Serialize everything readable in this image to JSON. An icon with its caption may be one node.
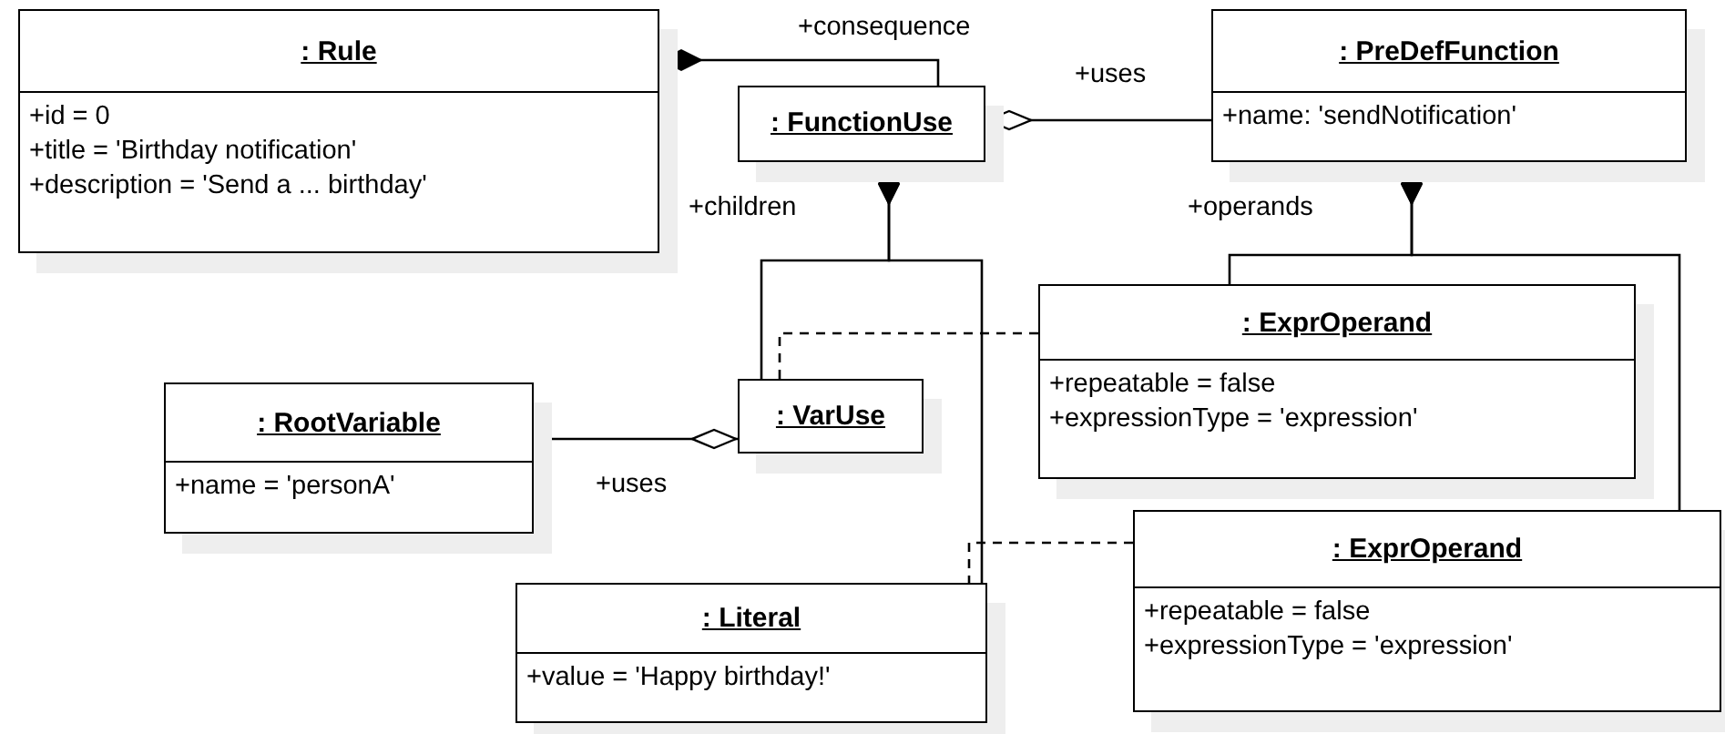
{
  "diagram": {
    "nodes": [
      {
        "text": [
          ": Rule",
          "+id = 0",
          "+title = 'Birthday notification'",
          "+description = 'Send a ... birthday'"
        ]
      },
      {
        "text": [
          ": FunctionUse"
        ]
      },
      {
        "text": [
          ": PreDefFunction",
          "+name: 'sendNotification'"
        ]
      },
      {
        "text": [
          ": ExprOperand",
          "+repeatable = false",
          "+expressionType = 'expression'"
        ]
      },
      {
        "text": [
          ": RootVariable",
          "+name = 'personA'"
        ]
      },
      {
        "text": [
          ": VarUse"
        ]
      },
      {
        "text": [
          ": ExprOperand",
          "+repeatable = false",
          "+expressionType = 'expression'"
        ]
      },
      {
        "text": [
          ": Literal",
          "+value = 'Happy birthday!'"
        ]
      }
    ],
    "edges": [
      {
        "from": 0,
        "to": 1,
        "arrow": "other",
        "label": "+consequence"
      },
      {
        "from": 1,
        "to": 2,
        "arrow": "other",
        "label": "+uses"
      },
      {
        "from": 1,
        "to": 5,
        "arrow": "other",
        "label": "+children"
      },
      {
        "from": 1,
        "to": 7,
        "arrow": "other"
      },
      {
        "from": 2,
        "to": 3,
        "arrow": "other",
        "label": "+operands"
      },
      {
        "from": 2,
        "to": 6,
        "arrow": "other"
      },
      {
        "from": 5,
        "to": 4,
        "arrow": "other",
        "label": "+uses"
      },
      {
        "from": 3,
        "to": 5,
        "arrow": "none",
        "style": "dashed"
      },
      {
        "from": 6,
        "to": 7,
        "arrow": "none",
        "style": "dashed"
      }
    ]
  }
}
